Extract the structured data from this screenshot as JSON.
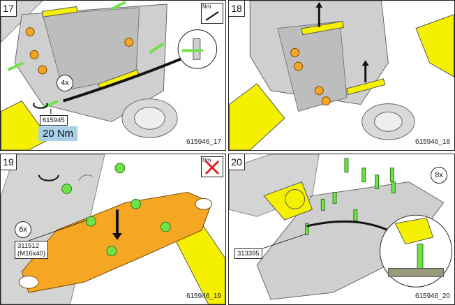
{
  "panels": [
    {
      "step": "17",
      "ref": "615946_17",
      "count": "4x",
      "part": "615945",
      "torque": "20 Nm",
      "tool": "Nm"
    },
    {
      "step": "18",
      "ref": "615946_18"
    },
    {
      "step": "19",
      "ref": "615946_19",
      "count": "6x",
      "part_line1": "311512",
      "part_line2": "(M16x40)",
      "tool": "Nm"
    },
    {
      "step": "20",
      "ref": "615946_20",
      "count": "8x",
      "part": "313395"
    }
  ],
  "colors": {
    "yellow": "#f5f000",
    "orange": "#f5a623",
    "green": "#6fe24a",
    "torque_bg": "#a9cfe9",
    "gray": "#c8c8c8"
  },
  "icons": [
    "torque-wrench-icon",
    "rotate-arrow-icon",
    "hand-icon",
    "prohibited-icon",
    "hammer-icon"
  ]
}
